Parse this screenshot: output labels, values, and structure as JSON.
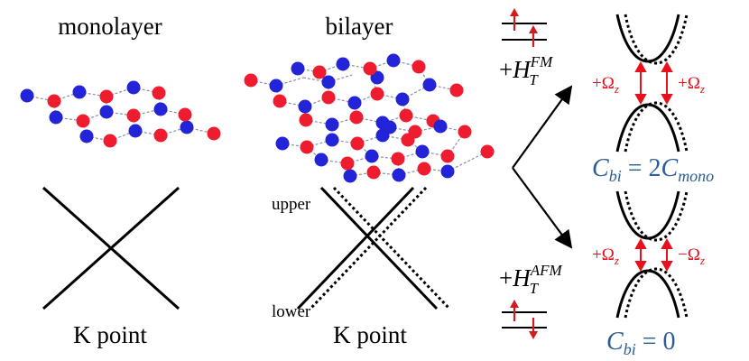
{
  "colors": {
    "red_atom": "#ee1c2e",
    "blue_atom": "#2323d8",
    "bond": "#8a8fa8",
    "omega": "#e8101c",
    "spin_arrow": "#d41a1a",
    "chern": "#2b5d94",
    "line": "#000000"
  },
  "labels": {
    "monolayer": "monolayer",
    "bilayer": "bilayer",
    "k_point_mono": "K point",
    "k_point_bi": "K point",
    "upper": "upper",
    "lower": "lower"
  },
  "fm": {
    "term_prefix": "+",
    "term_base": "H",
    "term_sub": "T",
    "term_sup": "FM",
    "spin_upper": "up",
    "spin_lower": "up",
    "omega_left_sign": "+",
    "omega_left_sym": "Ω",
    "omega_left_sub": "z",
    "omega_right_sign": "+",
    "omega_right_sym": "Ω",
    "omega_right_sub": "z",
    "chern_lhs": "C",
    "chern_lhs_sub": "bi",
    "chern_eq": " = 2",
    "chern_rhs": "C",
    "chern_rhs_sub": "mono"
  },
  "afm": {
    "term_prefix": "+",
    "term_base": "H",
    "term_sub": "T",
    "term_sup": "AFM",
    "spin_upper": "up",
    "spin_lower": "down",
    "omega_left_sign": "+",
    "omega_left_sym": "Ω",
    "omega_left_sub": "z",
    "omega_right_sign": "−",
    "omega_right_sym": "Ω",
    "omega_right_sub": "z",
    "chern_lhs": "C",
    "chern_lhs_sub": "bi",
    "chern_eq": " = 0"
  }
}
